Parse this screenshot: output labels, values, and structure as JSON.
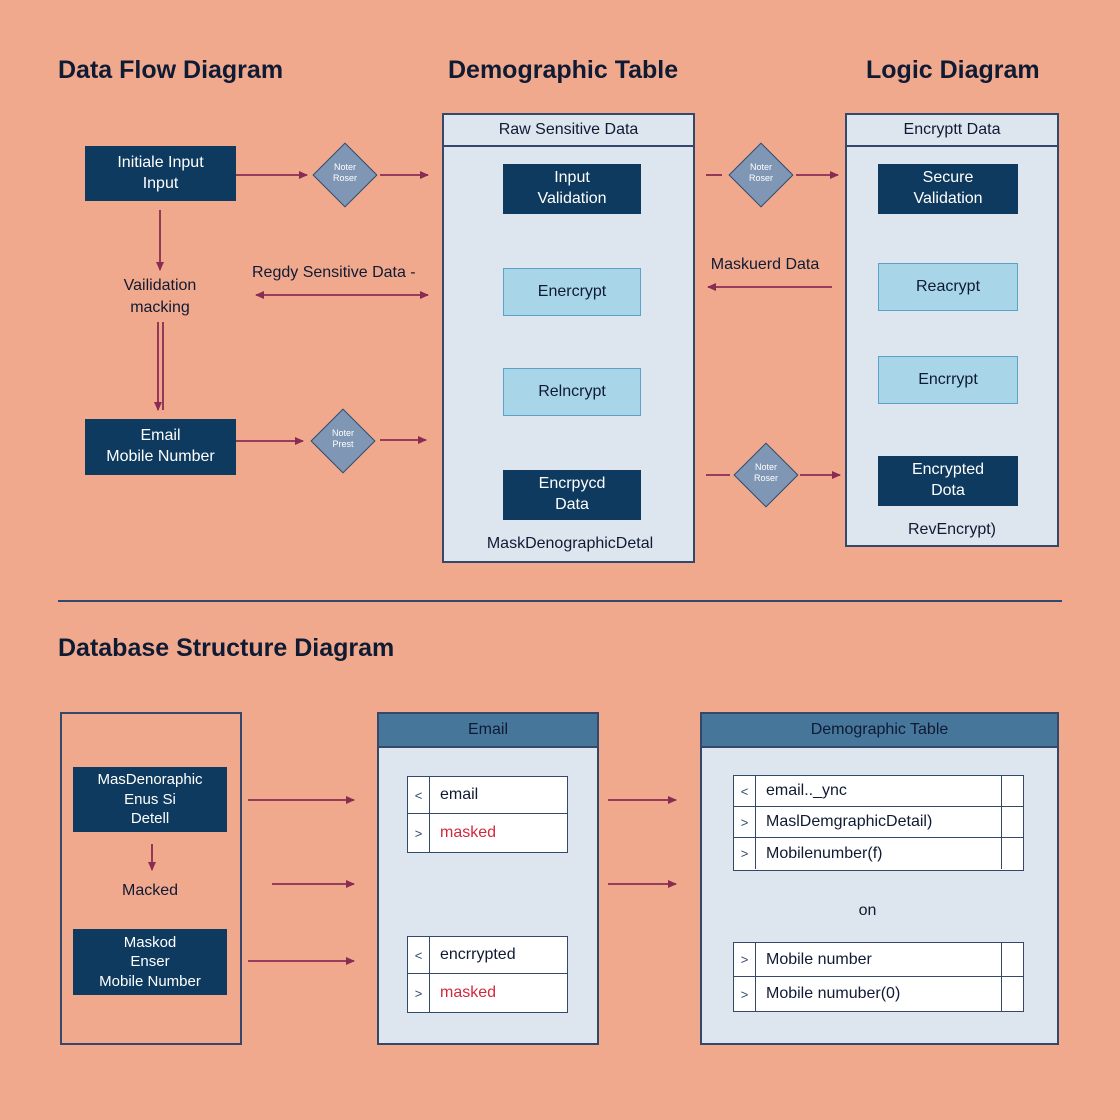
{
  "sections": {
    "data_flow_title": "Data Flow Diagram",
    "demographic_title": "Demographic Table",
    "logic_title": "Logic Diagram",
    "database_title": "Database Structure Diagram"
  },
  "data_flow": {
    "initial_input": "Initiale Input\nInput",
    "validation": "Vailidation\nmacking",
    "email_mobile": "Email\nMobile Number",
    "diamond_1": "Noter\nRoser",
    "diamond_2": "Noter\nPrest",
    "sensitive_arrow_label": "Regdy Sensitive Data  -"
  },
  "demographic_panel": {
    "header": "Raw Sensitive Data",
    "input_validation": "Input\nValidation",
    "encrypt": "Enercrypt",
    "reencrypt": "Relncrypt",
    "encrypted_data": "Encrpycd\nData",
    "footer": "MaskDenographicDetal"
  },
  "logic_panel": {
    "header": "Encryptt Data",
    "secure_validation": "Secure\nValidation",
    "reacrypt": "Reacrypt",
    "encrrypt": "Encrrypt",
    "encrypted_data": "Encrypted\nDota",
    "footer": "RevEncrypt)",
    "masked_arrow_label": "Maskuerd Data",
    "diamond_1": "Noter\nRoser",
    "diamond_2": "Noter\nRoser"
  },
  "database": {
    "left_box_1": "MasDenoraphic\nEnus Si\nDetell",
    "left_masked": "Macked",
    "left_box_2": "Maskod\nEnser\nMobile Number",
    "email_table": {
      "header": "Email",
      "group1": [
        {
          "chevron": "<",
          "text": "email",
          "red": false
        },
        {
          "chevron": ">",
          "text": "masked",
          "red": true
        }
      ],
      "group2": [
        {
          "chevron": "<",
          "text": "encrrypted",
          "red": false
        },
        {
          "chevron": ">",
          "text": "masked",
          "red": true
        }
      ]
    },
    "demo_table": {
      "header": "Demographic Table",
      "group1": [
        {
          "chevron": "<",
          "text": "email.._ync",
          "red": false
        },
        {
          "chevron": ">",
          "text": "MaslDemgraphicDetail)",
          "red": false
        },
        {
          "chevron": ">",
          "text": "Mobilenumber(f)",
          "red": false
        }
      ],
      "on_label": "on",
      "group2": [
        {
          "chevron": ">",
          "text": "Mobile number",
          "red": false
        },
        {
          "chevron": ">",
          "text": "Mobile numuber(0)",
          "red": false
        }
      ]
    }
  },
  "colors": {
    "background": "#f1a98e",
    "navy": "#0d3a5e",
    "light_blue": "#a8d6e8",
    "arrow": "#8a2c52",
    "masked_red": "#d1283a"
  }
}
